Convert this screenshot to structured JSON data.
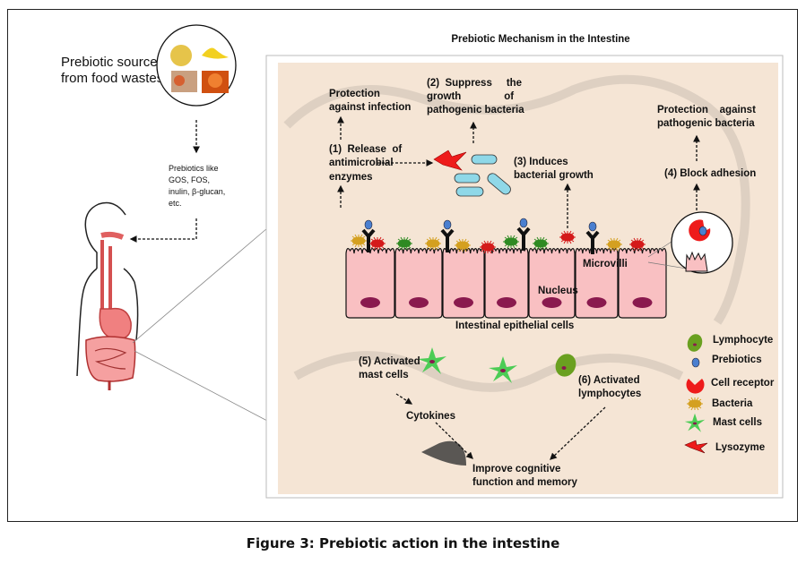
{
  "figure": {
    "caption": "Figure 3: Prebiotic action in the intestine",
    "left": {
      "sources_line1": "Prebiotic sources",
      "sources_line2": "from food wastes",
      "prebiotics_lines": [
        "Prebiotics like",
        "GOS, FOS,",
        "inulin, β-glucan,",
        "etc."
      ]
    },
    "panel": {
      "title": "Prebiotic Mechanism in the Intestine",
      "protection_infection": [
        "Protection",
        "against infection"
      ],
      "suppress": [
        "(2)  Suppress     the",
        "growth               of",
        "pathogenic bacteria"
      ],
      "release": [
        "(1)  Release  of",
        "antimicrobial",
        "enzymes"
      ],
      "induces": [
        "(3) Induces",
        "bacterial growth"
      ],
      "protection_pathogenic": [
        "Protection    against",
        "pathogenic bacteria"
      ],
      "block": "(4) Block adhesion",
      "microvilli": "Microvilli",
      "nucleus": "Nucleus",
      "epithelial": "Intestinal epithelial cells",
      "mast": [
        "(5) Activated",
        "mast cells"
      ],
      "cytokines": "Cytokines",
      "lymph": [
        "(6) Activated",
        "lymphocytes"
      ],
      "improve": [
        "Improve cognitive",
        "function and memory"
      ]
    },
    "legend": [
      {
        "icon": "lymphocyte-icon",
        "label": "Lymphocyte"
      },
      {
        "icon": "prebiotic-icon",
        "label": "Prebiotics"
      },
      {
        "icon": "cell-receptor-icon",
        "label": "Cell receptor"
      },
      {
        "icon": "bacteria-icon",
        "label": "Bacteria"
      },
      {
        "icon": "mast-cell-icon",
        "label": "Mast cells"
      },
      {
        "icon": "lysozyme-icon",
        "label": "Lysozyme"
      }
    ],
    "colors": {
      "panel_bg": "#f5e5d5",
      "cell": "#f9c0c2",
      "nucleus": "#8a1a4e",
      "prebiotic": "#4a7fd0",
      "receptor": "#ee1b1b",
      "bacteria_gold": "#d4a020",
      "bacteria_green": "#2e8a22",
      "bacteria_red": "#d41a1a",
      "mast": "#4ccc55",
      "lymphocyte": "#6aa020",
      "pathogen": "#8fd8e8"
    }
  }
}
